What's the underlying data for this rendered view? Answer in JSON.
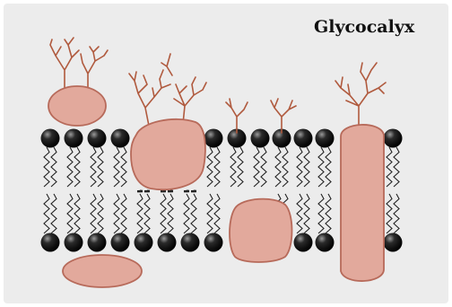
{
  "diagram": {
    "title": "Glycocalyx",
    "colors": {
      "background": "#ececec",
      "protein_fill": "#e2a99c",
      "protein_stroke": "#b76a5a",
      "glycan": "#b05a3e",
      "head": "#111111",
      "tail": "#222222"
    },
    "upper_heads": 16,
    "lower_heads": 16
  }
}
